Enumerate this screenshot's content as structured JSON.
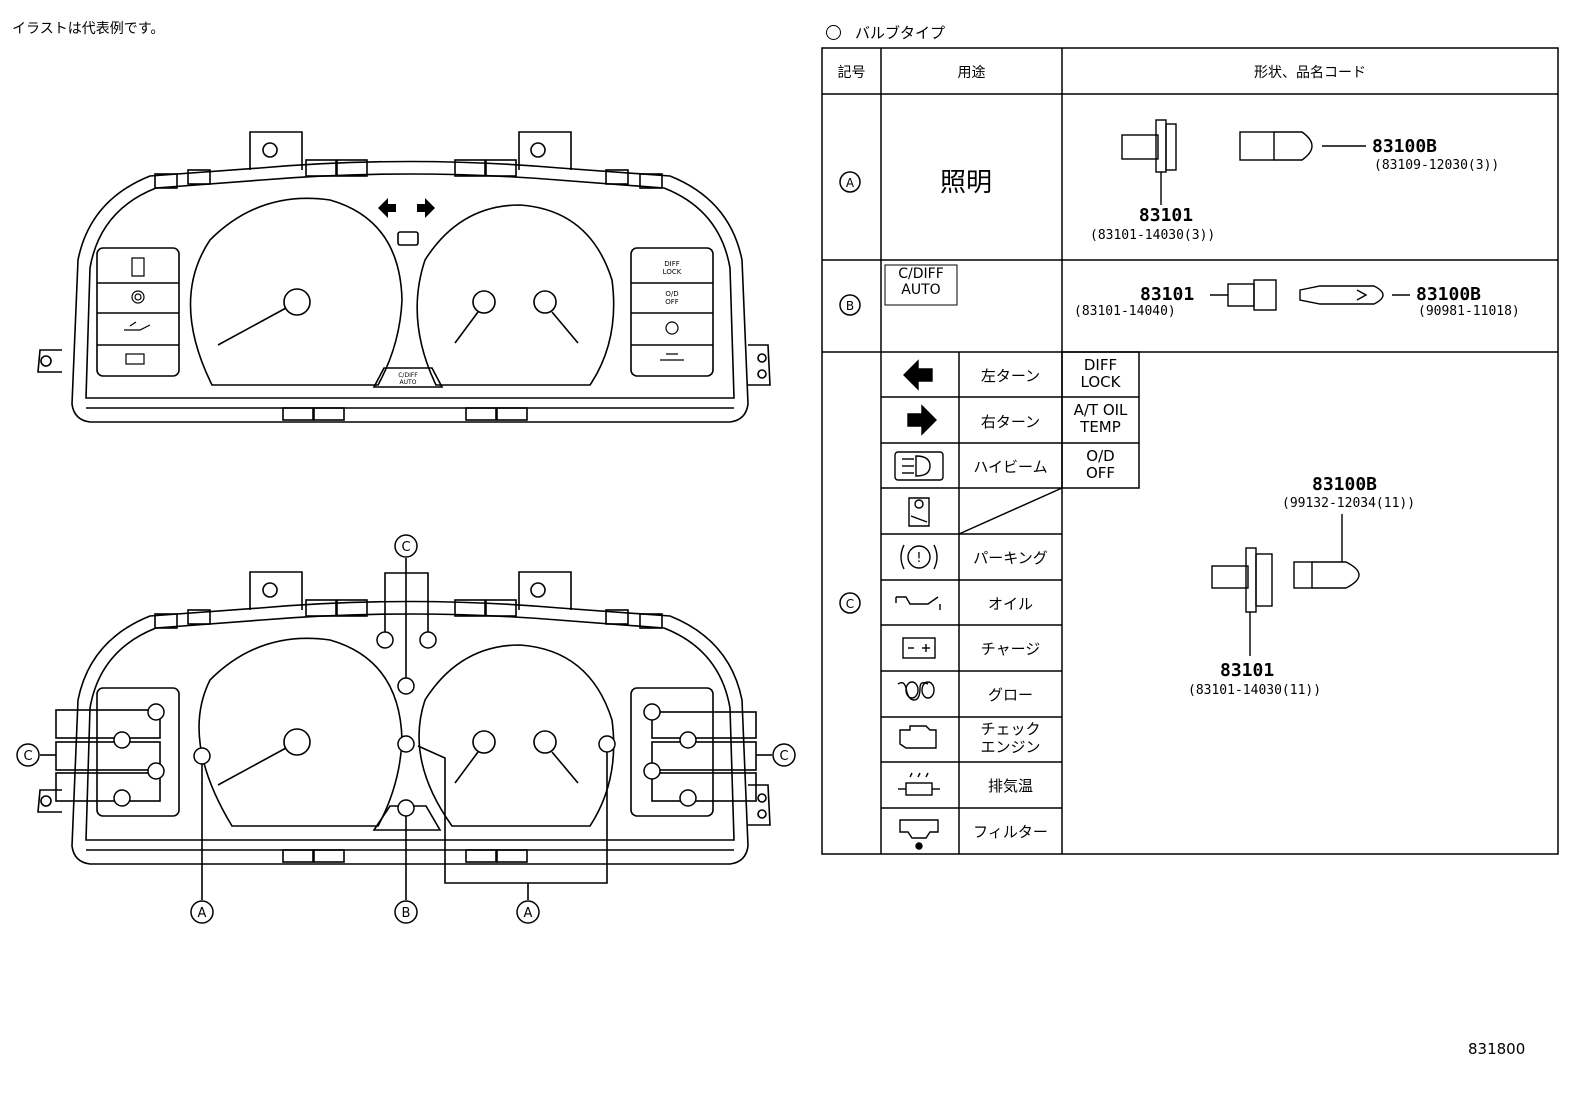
{
  "note": "イラストは代表例です。",
  "legend": {
    "title": "バルブタイプ"
  },
  "table": {
    "headers": {
      "symbol": "記号",
      "usage": "用途",
      "shape": "形状、品名コード"
    },
    "row_a": {
      "symbol": "Ⓐ",
      "usage": "照明",
      "socket_code": "83101",
      "socket_part": "(83101-14030(3))",
      "bulb_code": "83100B",
      "bulb_part": "(83109-12030(3))"
    },
    "row_b": {
      "symbol": "Ⓑ",
      "usage_line1": "C/DIFF",
      "usage_line2": "AUTO",
      "socket_code": "83101",
      "socket_part": "(83101-14040)",
      "bulb_code": "83100B",
      "bulb_part": "(90981-11018)"
    },
    "row_c": {
      "symbol": "Ⓒ",
      "items": [
        {
          "icon": "left-arrow-icon",
          "label": "左ターン"
        },
        {
          "icon": "right-arrow-icon",
          "label": "右ターン"
        },
        {
          "icon": "high-beam-icon",
          "label": "ハイビーム"
        },
        {
          "icon": "seatbelt-icon",
          "label": ""
        },
        {
          "icon": "parking-brake-icon",
          "label": "パーキング"
        },
        {
          "icon": "oil-icon",
          "label": "オイル"
        },
        {
          "icon": "battery-icon",
          "label": "チャージ"
        },
        {
          "icon": "glow-plug-icon",
          "label": "グロー"
        },
        {
          "icon": "check-engine-icon",
          "label_line1": "チェック",
          "label_line2": "エンジン"
        },
        {
          "icon": "exhaust-temp-icon",
          "label": "排気温"
        },
        {
          "icon": "filter-icon",
          "label": "フィルター"
        }
      ],
      "side_boxes": [
        {
          "line1": "DIFF",
          "line2": "LOCK"
        },
        {
          "line1": "A/T OIL",
          "line2": "TEMP"
        },
        {
          "line1": "O/D",
          "line2": "OFF"
        }
      ],
      "socket_code": "83101",
      "socket_part": "(83101-14030(11))",
      "bulb_code": "83100B",
      "bulb_part": "(99132-12034(11))"
    }
  },
  "cluster_top": {
    "right_panel": [
      "DIFF LOCK",
      "O/D OFF"
    ],
    "center_label": "C/DIFF AUTO"
  },
  "cluster_bottom": {
    "callouts": [
      "Ⓒ",
      "Ⓒ",
      "Ⓒ",
      "Ⓐ",
      "Ⓑ",
      "Ⓐ"
    ]
  },
  "diagram_code": "831800"
}
